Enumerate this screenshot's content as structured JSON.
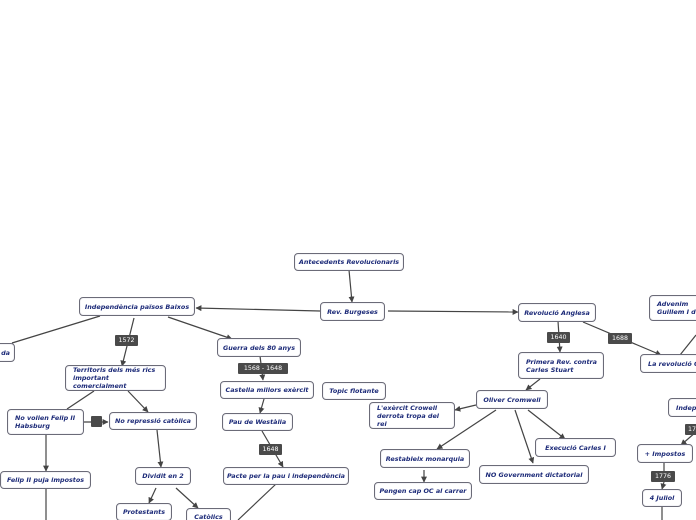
{
  "nodes": {
    "antecedents": "Antecedents Revolucionaris",
    "rev_burgeses": "Rev. Burgeses",
    "independencia": "Independència països Baixos",
    "revolucio_anglesa": "Revolució Anglesa",
    "advenim": "Advenim\nGuillem I d'",
    "da": "da",
    "territoris": "Territoris dels més rics\nimportant comercialment",
    "guerra80": "Guerra dels 80 anys",
    "castella": "Castella millors exèrcit",
    "pau_westalia": "Pau de Westàlia",
    "pacte": "Pacte per la pau i independència",
    "no_volien": "No volien Felip II\nHabsburg",
    "no_repressio": "No repressió catòlica",
    "felip_puja": "Felip II puja impostos",
    "dividit": "Dividit en 2",
    "protestants": "Protestants",
    "catolics": "Catòlics",
    "topic": "Topic flotante",
    "primera_rev": "Primera Rev. contra\nCarles Stuart",
    "oliver": "Oliver Cromwell",
    "exercit": "L'exèrcit Crowell\nderrota tropa del rei",
    "restableix": "Restableix monarquia",
    "pengen": "Pengen cap OC al carrer",
    "execucio": "Execució Carles I",
    "no_govern": "NO Government dictatorial",
    "revolucio_g": "La revolució G",
    "indep": "Indep",
    "impostos": "+ Impostos",
    "juliol": "4 Juliol"
  },
  "badges": {
    "b1572": "1572",
    "b1568": "1568 - 1648",
    "b1648": "1648",
    "b1640": "1640",
    "b1688": "1688",
    "b1776": "1776",
    "b17": "17",
    "bdark": ""
  }
}
